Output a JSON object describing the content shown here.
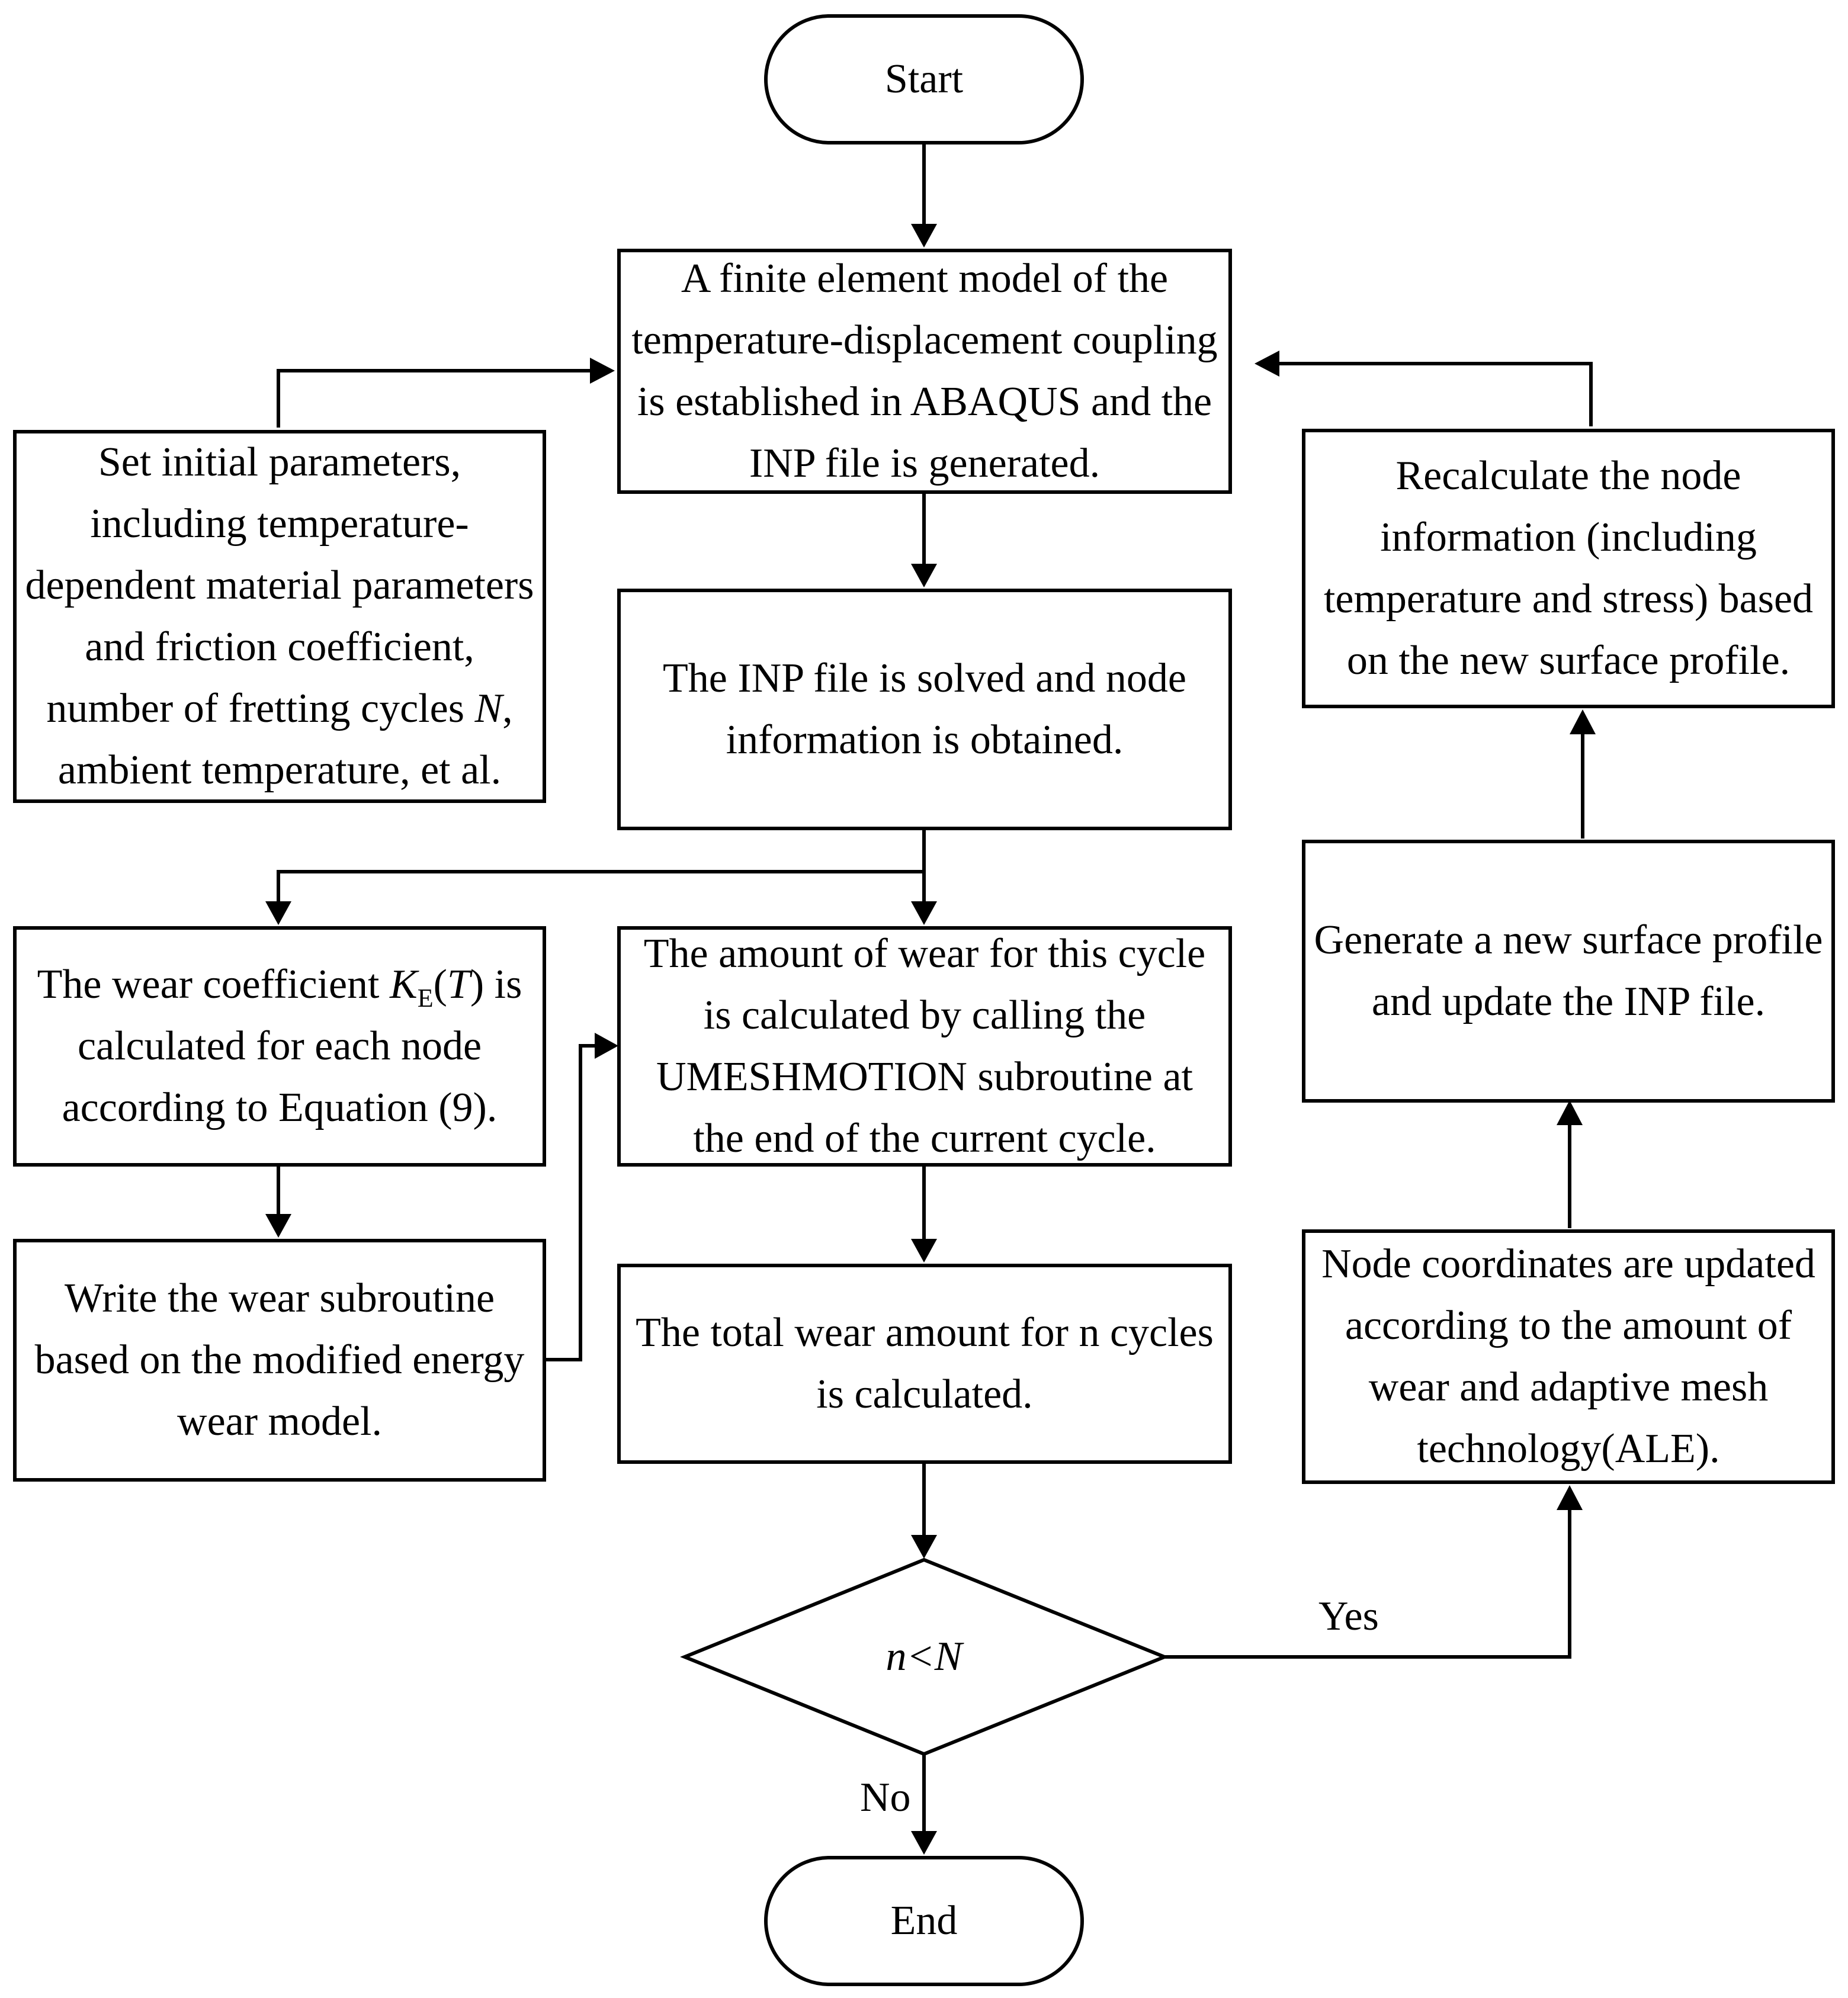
{
  "nodes": {
    "start": "Start",
    "fem_model": "A finite element model of the temperature-displacement coupling is established in ABAQUS and the INP file is generated.",
    "initial_params_pre": "Set initial parameters, including temperature-dependent material parameters and friction coefficient, number of fretting cycles ",
    "initial_params_var": "N",
    "initial_params_post": ", ambient temperature, et al.",
    "inp_solved": "The INP file is solved and node information is obtained.",
    "wear_coef_pre": "The wear coefficient ",
    "wear_coef_var": "K",
    "wear_coef_sub": "E",
    "wear_coef_open": "(",
    "wear_coef_arg": "T",
    "wear_coef_post": ") is calculated for each node according to Equation (9).",
    "wear_amount": "The amount of wear for this cycle is calculated by calling the UMESHMOTION subroutine at the end of the current cycle.",
    "write_subroutine": "Write the wear subroutine based on the modified energy wear model.",
    "total_wear": "The total wear amount for n cycles is calculated.",
    "decision": "n<N",
    "end": "End",
    "node_coords": "Node coordinates are updated according to the amount of wear and adaptive mesh technology(ALE).",
    "new_profile": "Generate a new surface profile and update the INP file.",
    "recalculate": "Recalculate the node information (including temperature and stress) based on the new surface profile."
  },
  "edge_labels": {
    "yes": "Yes",
    "no": "No"
  }
}
